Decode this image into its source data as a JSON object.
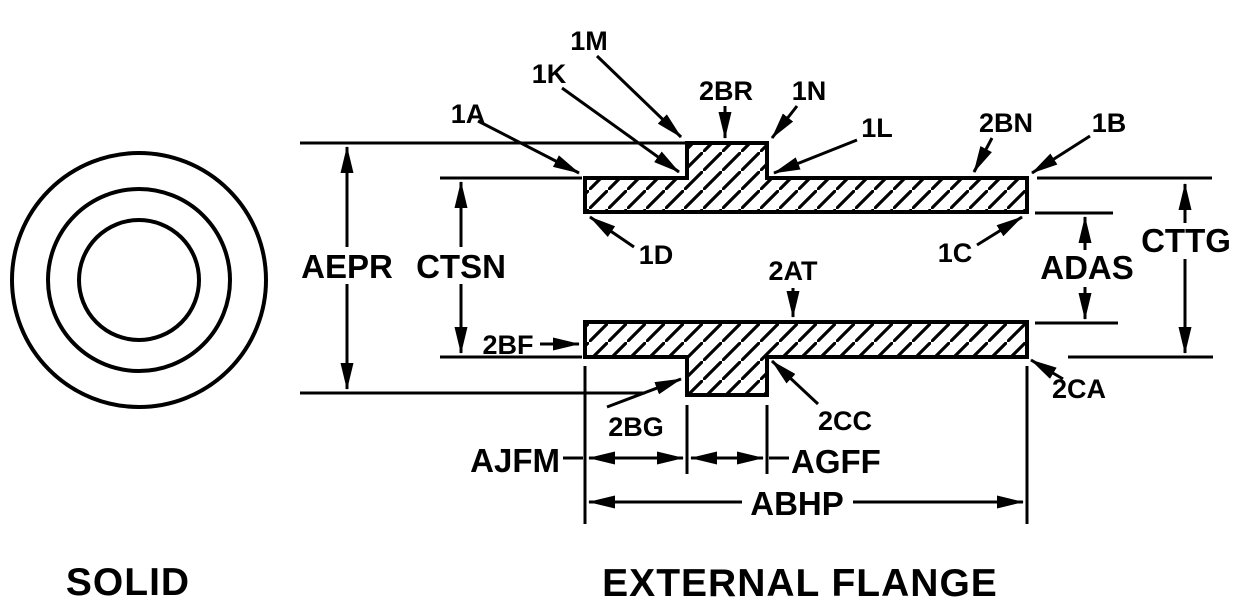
{
  "diagram": {
    "title": "pipe bushing cross-section drawing",
    "line_color": "#000000",
    "background_color": "#ffffff"
  },
  "captions": {
    "left_view": "SOLID",
    "right_view": "EXTERNAL FLANGE"
  },
  "callouts": {
    "c1A": "1A",
    "c1K": "1K",
    "c1M": "1M",
    "c2BR": "2BR",
    "c1N": "1N",
    "c1L": "1L",
    "c2BN": "2BN",
    "c1B": "1B",
    "c1D": "1D",
    "c1C": "1C",
    "c2AT": "2AT",
    "c2BF": "2BF",
    "c2BG": "2BG",
    "c2CC": "2CC",
    "c2CA": "2CA"
  },
  "dimensions": {
    "AEPR": "AEPR",
    "CTSN": "CTSN",
    "ADAS": "ADAS",
    "CTTG": "CTTG",
    "AJFM": "AJFM",
    "AGFF": "AGFF",
    "ABHP": "ABHP"
  }
}
